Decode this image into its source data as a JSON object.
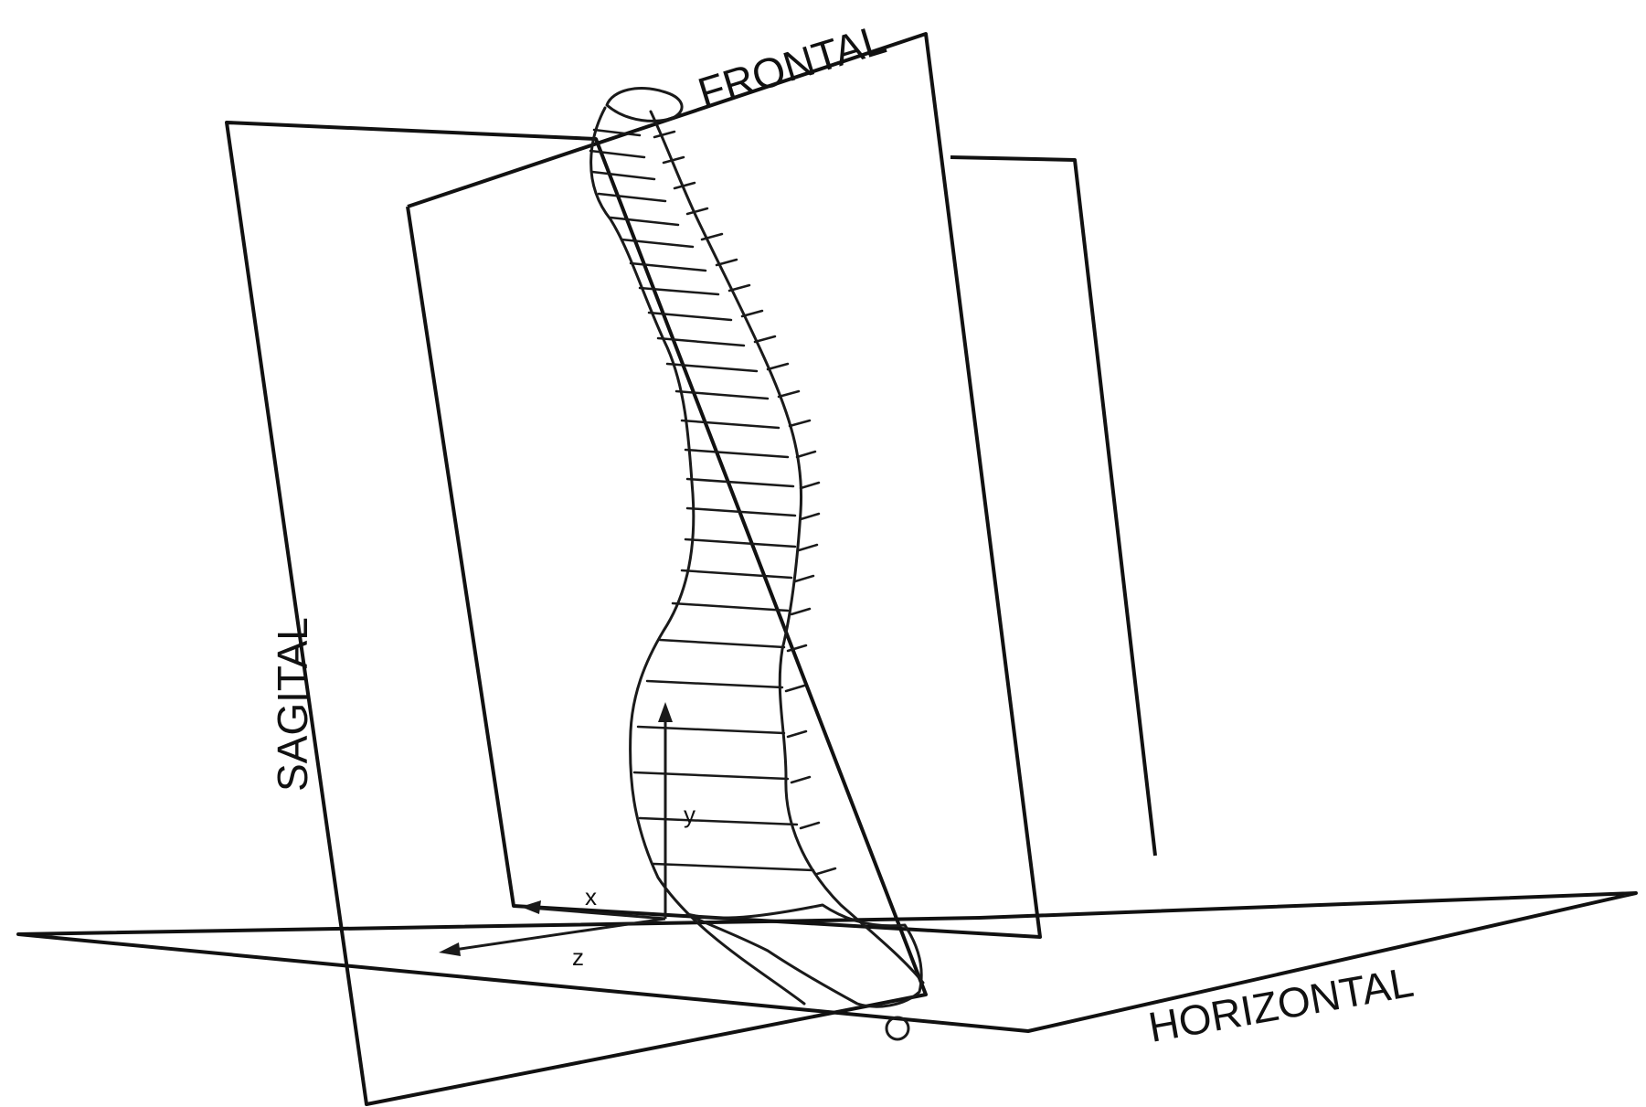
{
  "planes": {
    "frontal": "FRONTAL",
    "sagital": "SAGITAL",
    "horizontal": "HORIZONTAL"
  },
  "axes": {
    "x": "x",
    "z": "z",
    "y": "y"
  }
}
